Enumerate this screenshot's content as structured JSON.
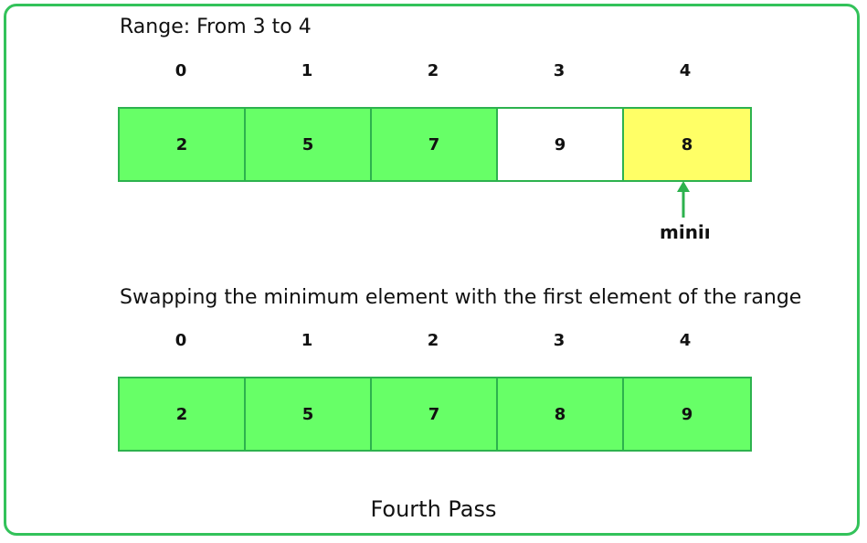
{
  "range_heading": "Range: From 3 to 4",
  "pass1": {
    "indices": [
      "0",
      "1",
      "2",
      "3",
      "4"
    ],
    "cells": [
      {
        "value": "2",
        "color": "#67ff67"
      },
      {
        "value": "5",
        "color": "#67ff67"
      },
      {
        "value": "7",
        "color": "#67ff67"
      },
      {
        "value": "9",
        "color": "#ffffff"
      },
      {
        "value": "8",
        "color": "#ffff66"
      }
    ]
  },
  "pointer_label": "minimum",
  "swap_heading": "Swapping the minimum element with the first element of the range",
  "pass2": {
    "indices": [
      "0",
      "1",
      "2",
      "3",
      "4"
    ],
    "cells": [
      {
        "value": "2",
        "color": "#67ff67"
      },
      {
        "value": "5",
        "color": "#67ff67"
      },
      {
        "value": "7",
        "color": "#67ff67"
      },
      {
        "value": "8",
        "color": "#67ff67"
      },
      {
        "value": "9",
        "color": "#67ff67"
      }
    ]
  },
  "caption": "Fourth Pass",
  "colors": {
    "border": "#33c25a",
    "arrow": "#2db24e"
  }
}
